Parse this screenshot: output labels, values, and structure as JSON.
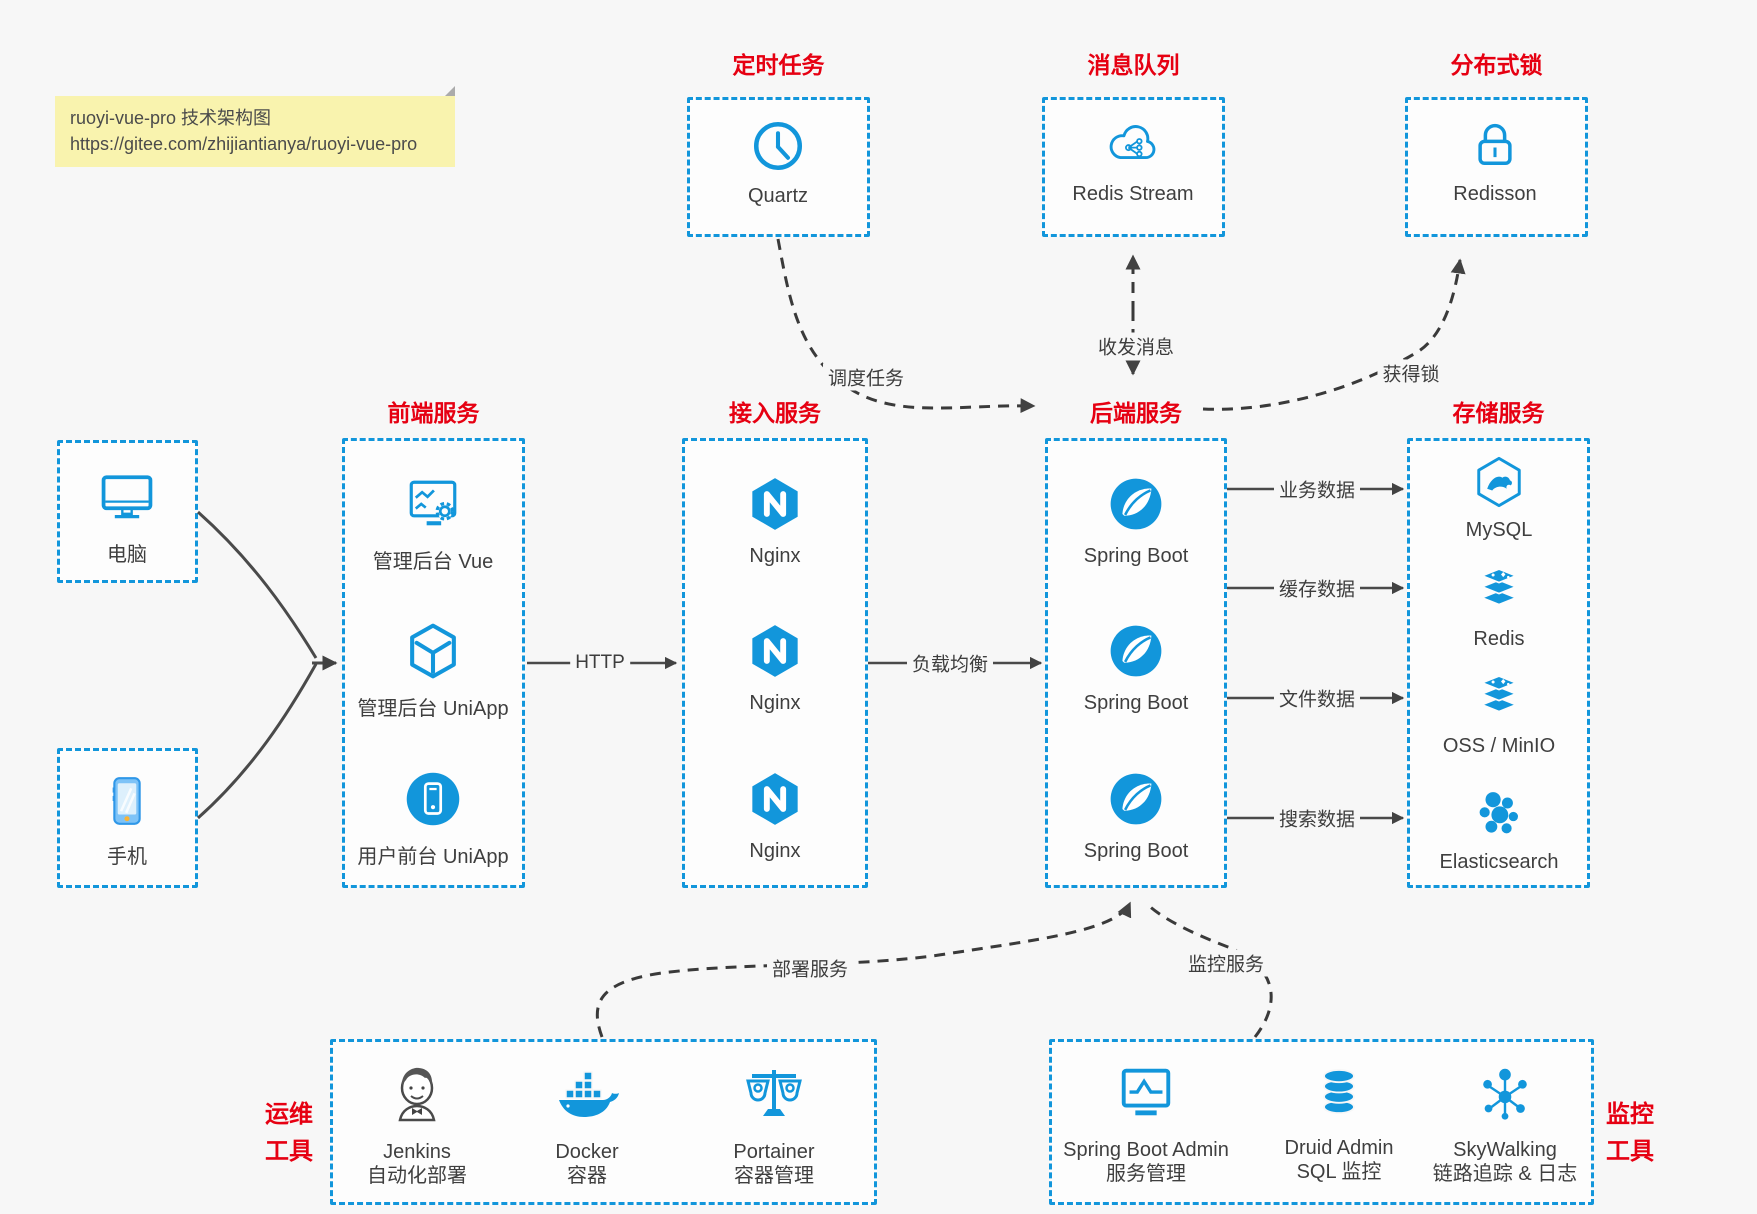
{
  "note": {
    "line1": "ruoyi-vue-pro 技术架构图",
    "line2": "https://gitee.com/zhijiantianya/ruoyi-vue-pro"
  },
  "top_services": [
    {
      "title": "定时任务",
      "label": "Quartz"
    },
    {
      "title": "消息队列",
      "label": "Redis Stream"
    },
    {
      "title": "分布式锁",
      "label": "Redisson"
    }
  ],
  "clients": [
    {
      "label": "电脑"
    },
    {
      "label": "手机"
    }
  ],
  "columns": {
    "frontend": {
      "title": "前端服务",
      "nodes": [
        "管理后台 Vue",
        "管理后台 UniApp",
        "用户前台 UniApp"
      ]
    },
    "gateway": {
      "title": "接入服务",
      "nodes": [
        "Nginx",
        "Nginx",
        "Nginx"
      ]
    },
    "backend": {
      "title": "后端服务",
      "nodes": [
        "Spring Boot",
        "Spring Boot",
        "Spring Boot"
      ]
    },
    "storage": {
      "title": "存储服务",
      "nodes": [
        "MySQL",
        "Redis",
        "OSS / MinIO",
        "Elasticsearch"
      ]
    }
  },
  "ops": {
    "title": [
      "运维",
      "工具"
    ],
    "nodes": [
      {
        "line1": "Jenkins",
        "line2": "自动化部署"
      },
      {
        "line1": "Docker",
        "line2": "容器"
      },
      {
        "line1": "Portainer",
        "line2": "容器管理"
      }
    ]
  },
  "monitoring_tools": {
    "title": [
      "监控",
      "工具"
    ],
    "nodes": [
      {
        "line1": "Spring Boot Admin",
        "line2": "服务管理"
      },
      {
        "line1": "Druid Admin",
        "line2": "SQL 监控"
      },
      {
        "line1": "SkyWalking",
        "line2": "链路追踪 & 日志"
      }
    ]
  },
  "edges": {
    "http": "HTTP",
    "load_balance": "负载均衡",
    "business_data": "业务数据",
    "cache_data": "缓存数据",
    "file_data": "文件数据",
    "search_data": "搜索数据",
    "schedule": "调度任务",
    "messages": "收发消息",
    "lock": "获得锁",
    "deploy": "部署服务",
    "monitor": "监控服务"
  },
  "colors": {
    "background": "#f7f7f7",
    "box_border_blue": "#1296db",
    "icon_blue": "#1296db",
    "title_red": "#e60012",
    "note_bg": "#f9f3ae",
    "arrow_gray": "#4a4a4a",
    "dashed_arrow": "#3a3a3a"
  }
}
